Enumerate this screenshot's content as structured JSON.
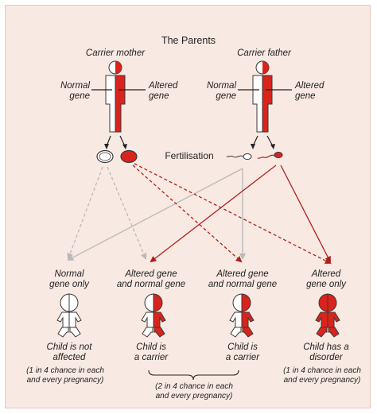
{
  "colors": {
    "red": "#d9231d",
    "dark_red": "#b0201c",
    "grey": "#b9b9b9",
    "outline": "#3a3a3a",
    "background": "#f8e9e2",
    "text": "#222222"
  },
  "title": "The Parents",
  "fertilisation_label": "Fertilisation",
  "parents": {
    "mother_label": "Carrier mother",
    "father_label": "Carrier father",
    "normal_gene_label": "Normal\ngene",
    "altered_gene_label": "Altered\ngene"
  },
  "children": [
    {
      "heading": "Normal\ngene only",
      "caption": "Child is not\naffected"
    },
    {
      "heading": "Altered gene\nand normal gene",
      "caption": "Child is\na carrier"
    },
    {
      "heading": "Altered gene\nand normal gene",
      "caption": "Child is\na carrier"
    },
    {
      "heading": "Altered\ngene only",
      "caption": "Child has a\ndisorder"
    }
  ],
  "chances": {
    "left": "(1 in 4 chance in each\nand every pregnancy)",
    "middle": "(2 in 4 chance in each\nand every pregnancy)",
    "right": "(1 in 4 chance in each\nand every pregnancy)"
  }
}
